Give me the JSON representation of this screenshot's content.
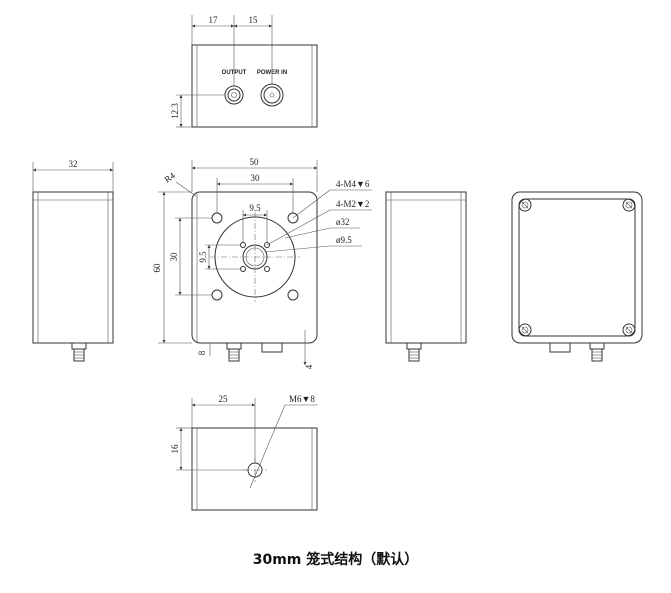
{
  "top_view": {
    "dim_output_offset": "17",
    "dim_power_offset": "15",
    "dim_height": "12.3",
    "output_label": "OUTPUT",
    "power_label": "POWER IN"
  },
  "side_view": {
    "dim_depth": "32"
  },
  "front_view": {
    "dim_width": "50",
    "dim_hole_span": "30",
    "dim_corner_radius": "R4",
    "dim_center_spacing": "9.5",
    "dim_vertical_hole_span": "30",
    "dim_vertical_center": "9.5",
    "dim_height": "60",
    "dim_connector_left": "8",
    "dim_connector_right": "4",
    "callout_m4": "4-M4▼6",
    "callout_m2": "4-M2▼2",
    "callout_d32": "ø32",
    "callout_d95": "ø9.5"
  },
  "bottom_view": {
    "dim_offset": "25",
    "dim_height": "16",
    "callout_m6": "M6▼8"
  },
  "caption": "30mm 笼式结构（默认）"
}
